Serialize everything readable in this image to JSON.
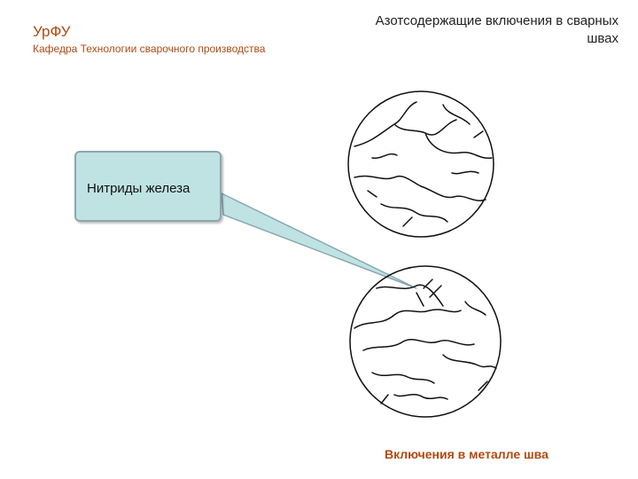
{
  "header": {
    "org": "УрФУ",
    "department": "Кафедра Технологии сварочного производства",
    "title": "Азотсодержащие включения в сварных швах"
  },
  "callout": {
    "label": "Нитриды железа"
  },
  "figure": {
    "caption": "Включения в металле шва"
  },
  "colors": {
    "accent": "#b04a10",
    "callout_fill": "#bfe3e3",
    "callout_border": "#8aa7b0"
  }
}
